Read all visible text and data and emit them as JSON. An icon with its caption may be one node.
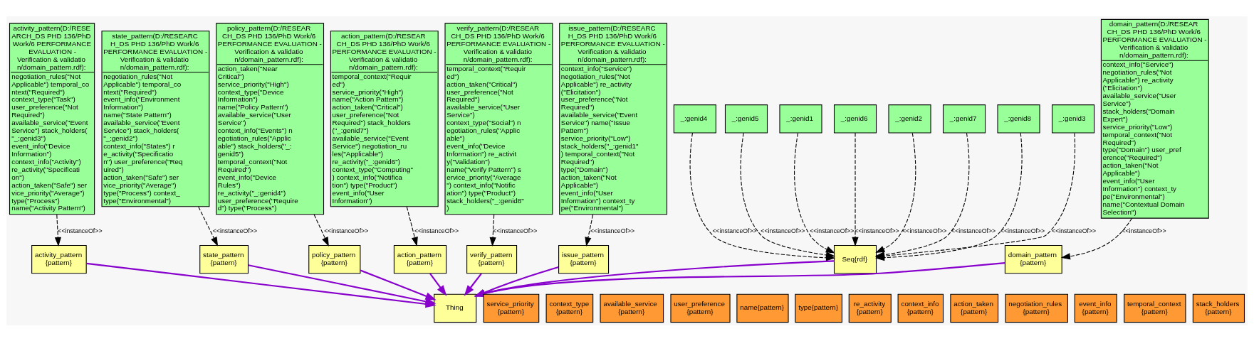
{
  "diagram": {
    "nodes": [
      {
        "text": [
          "activity_pattern(D:/RESEARCH_DS PHD 136/PhD Work/6 PERFORMANCE EVALUATION - Verification & validation/domain_pattern.rdf):",
          "negotiation_rules(\"Not Applicable\") temporal_context(\"Required\") context_type(\"Task\") user_preference(\"Not Required\") available_service(\"Event Service\") stack_holders(\"_:genid3\") event_info(\"Device Information\") context_info(\"Activity\") re_activity(\"Specification\") action_taken(\"Safe\") service_priority(\"Average\") type(\"Process\") name(\"Activity Pattern\")"
        ]
      },
      {
        "text": [
          "state_pattern(D:/RESEARCH_DS PHD 136/PhD Work/6 PERFORMANCE EVALUATION - Verification & validation/domain_pattern.rdf):",
          "negotiation_rules(\"Not Applicable\") temporal_context(\"Required\") event_info(\"Environment Information\") name(\"State Pattern\") available_service(\"Event Service\") stack_holders(\"_:genid2\") context_info(\"States\") re_activity(\"Specification\") user_preference(\"Required\") action_taken(\"Safe\") service_priority(\"Average\") type(\"Process\") context_type(\"Environmental\")"
        ]
      },
      {
        "text": [
          "policy_pattern(D:/RESEARCH_DS PHD 136/PhD Work/6 PERFORMANCE EVALUATION - Verification & validation/domain_pattern.rdf):",
          "action_taken(\"Near Critical\") service_priority(\"High\") context_type(\"Device Information\") name(\"Policy Pattern\") available_service(\"User Service\") context_info(\"Events\") negotiation_rules(\"Applicable\") stack_holders(\"_:genid5\") temporal_context(\"Not Required\") event_info(\"Device Rules\") re_activity(\"_:genid4\") user_preference(\"Required\") type(\"Process\")"
        ]
      },
      {
        "text": [
          "action_pattern(D:/RESEARCH_DS PHD 136/PhD Work/6 PERFORMANCE EVALUATION - Verification & validation/domain_pattern.rdf):",
          "temporal_context(\"Required\") service_priority(\"High\") name(\"Action Pattern\") action_taken(\"Critical\") user_preference(\"Not Required\") stack_holders(\"_:genid7\") available_service(\"Event Service\") negotiation_rules(\"Applicable\") re_activity(\"_:genid6\") context_type(\"Computing\") context_info(\"Notification\") type(\"Product\") event_info(\"User Information\")"
        ]
      },
      {
        "text": [
          "verify_pattern(D:/RESEARCH_DS PHD 136/PhD Work/6 PERFORMANCE EVALUATION - Verification & validation/domain_pattern.rdf):",
          "temporal_context(\"Required\") action_taken(\"Critical\") user_preference(\"Not Required\") available_service(\"User Service\") context_type(\"Social\") negotiation_rules(\"Applicable\") event_info(\"Device Information\") re_activity(\"Validation\") name(\"Verify Pattern\") service_priority(\"Average\") context_info(\"Notification\") type(\"Product\") stack_holders(\"_:genid8\")"
        ]
      },
      {
        "text": [
          "issue_pattern(D:/RESEARCH_DS PHD 136/PhD Work/6 PERFORMANCE EVALUATION - Verification & validation/domain_pattern.rdf):",
          "context_info(\"Service\") negotiation_rules(\"Not Applicable\") re_activity(\"Elicitation\") user_preference(\"Not Required\") available_service(\"Event Service\") name(\"Issue Pattern\") service_priority(\"Low\") stack_holders(\"_:genid1\") temporal_context(\"Not Required\") type(\"Domain\") action_taken(\"Not Applicable\") event_info(\"User Information\") context_type(\"Environmental\")"
        ]
      },
      {
        "text": [
          "_:genid4"
        ]
      },
      {
        "text": [
          "_:genid5"
        ]
      },
      {
        "text": [
          "_:genid1"
        ]
      },
      {
        "text": [
          "_:genid6"
        ]
      },
      {
        "text": [
          "_:genid2"
        ]
      },
      {
        "text": [
          "_:genid7"
        ]
      },
      {
        "text": [
          "_:genid8"
        ]
      },
      {
        "text": [
          "_:genid3"
        ]
      },
      {
        "text": [
          "domain_pattern(D:/RESEARCH_DS PHD 136/PhD Work/6 PERFORMANCE EVALUATION - Verification & validation/domain_pattern.rdf):",
          "context_info(\"Service\") negotiation_rules(\"Not Applicable\") re_activity(\"Elicitation\") available_service(\"User Service\") stack_holders(\"Domain Expert\") service_priority(\"Low\") temporal_context(\"Not Required\") type(\"Domain\") user_preference(\"Required\") action_taken(\"Not Applicable\") event_info(\"User Information\") context_type(\"Environmental\") name(\"Contextual Domain Selection\")"
        ]
      },
      {
        "text": [
          "activity_pattern {pattern}"
        ]
      },
      {
        "text": [
          "state_pattern {pattern}"
        ]
      },
      {
        "text": [
          "policy_pattern {pattern}"
        ]
      },
      {
        "text": [
          "action_pattern {pattern}"
        ]
      },
      {
        "text": [
          "verify_pattern {pattern}"
        ]
      },
      {
        "text": [
          "issue_pattern {pattern}"
        ]
      },
      {
        "text": [
          "Seq{rdf}"
        ]
      },
      {
        "text": [
          "domain_pattern {pattern}"
        ]
      },
      {
        "text": [
          "service_priority {pattern}"
        ]
      },
      {
        "text": [
          "context_type {pattern}"
        ]
      },
      {
        "text": [
          "available_service {pattern}"
        ]
      },
      {
        "text": [
          "user_preference {pattern}"
        ]
      },
      {
        "text": [
          "name{pattern}"
        ]
      },
      {
        "text": [
          "type{pattern}"
        ]
      },
      {
        "text": [
          "re_activity {pattern}"
        ]
      },
      {
        "text": [
          "context_info {pattern}"
        ]
      },
      {
        "text": [
          "action_taken {pattern}"
        ]
      },
      {
        "text": [
          "negotiation_rules {pattern}"
        ]
      },
      {
        "text": [
          "event_info {pattern}"
        ]
      },
      {
        "text": [
          "temporal_context {pattern}"
        ]
      },
      {
        "text": [
          "stack_holders {pattern}"
        ]
      },
      {
        "text": [
          "Thing"
        ]
      }
    ],
    "edges": [
      {
        "from": 0,
        "to": 15,
        "arrow": "to",
        "style": "dashed",
        "label": "<<instanceOf>>"
      },
      {
        "from": 1,
        "to": 16,
        "arrow": "to",
        "style": "dashed",
        "label": "<<instanceOf>>"
      },
      {
        "from": 2,
        "to": 17,
        "arrow": "to",
        "style": "dashed",
        "label": "<<instanceOf>>"
      },
      {
        "from": 3,
        "to": 18,
        "arrow": "to",
        "style": "dashed",
        "label": "<<instanceOf>>"
      },
      {
        "from": 4,
        "to": 19,
        "arrow": "to",
        "style": "dashed",
        "label": "<<instanceOf>>"
      },
      {
        "from": 5,
        "to": 20,
        "arrow": "to",
        "style": "dashed",
        "label": "<<instanceOf>>"
      },
      {
        "from": 6,
        "to": 21,
        "arrow": "to",
        "style": "dashed",
        "label": "<<instanceOf>>"
      },
      {
        "from": 7,
        "to": 21,
        "arrow": "to",
        "style": "dashed",
        "label": "<<instanceOf>>"
      },
      {
        "from": 8,
        "to": 21,
        "arrow": "to",
        "style": "dashed",
        "label": "<<instanceOf>>"
      },
      {
        "from": 9,
        "to": 21,
        "arrow": "to",
        "style": "dashed",
        "label": "<<instanceOf>>"
      },
      {
        "from": 10,
        "to": 21,
        "arrow": "to",
        "style": "dashed",
        "label": "<<instanceOf>>"
      },
      {
        "from": 11,
        "to": 21,
        "arrow": "to",
        "style": "dashed",
        "label": "<<instanceOf>>"
      },
      {
        "from": 12,
        "to": 21,
        "arrow": "to",
        "style": "dashed",
        "label": "<<instanceOf>>"
      },
      {
        "from": 13,
        "to": 21,
        "arrow": "to",
        "style": "dashed",
        "label": "<<instanceOf>>"
      },
      {
        "from": 14,
        "to": 22,
        "arrow": "to",
        "style": "dashed",
        "label": "<<instanceOf>>"
      },
      {
        "from": 15,
        "to": 36,
        "arrow": "to",
        "color": "#8800cc"
      },
      {
        "from": 16,
        "to": 36,
        "arrow": "to",
        "color": "#8800cc"
      },
      {
        "from": 17,
        "to": 36,
        "arrow": "to",
        "color": "#8800cc"
      },
      {
        "from": 18,
        "to": 36,
        "arrow": "to",
        "color": "#8800cc"
      },
      {
        "from": 19,
        "to": 36,
        "arrow": "to",
        "color": "#8800cc"
      },
      {
        "from": 20,
        "to": 36,
        "arrow": "to",
        "color": "#8800cc"
      },
      {
        "from": 21,
        "to": 36,
        "arrow": "to",
        "color": "#8800cc"
      },
      {
        "from": 22,
        "to": 36,
        "arrow": "to",
        "color": "#8800cc"
      }
    ]
  }
}
